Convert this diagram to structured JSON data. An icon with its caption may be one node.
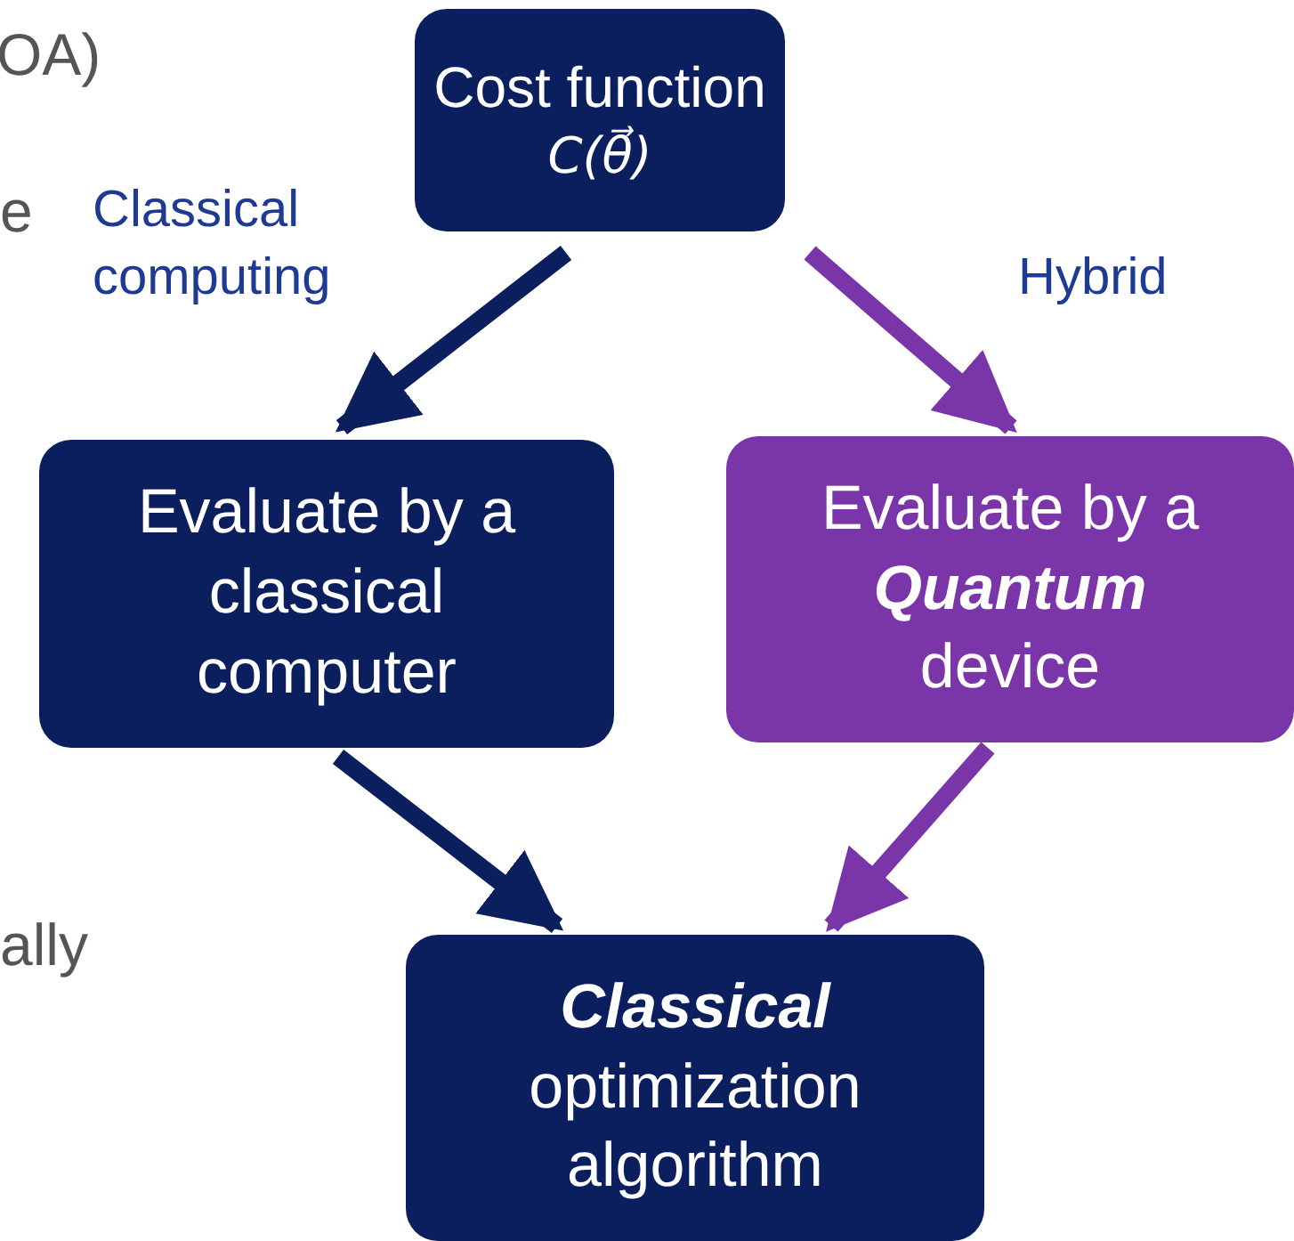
{
  "diagram": {
    "nodes": [
      {
        "text": [
          "Cost function",
          "C(θ⃗)"
        ]
      },
      {
        "text": [
          "Evaluate by a classical computer"
        ]
      },
      {
        "text": [
          "Evaluate by a **Quantum** device"
        ]
      },
      {
        "text": [
          "**Classical** optimization algorithm"
        ]
      }
    ],
    "edges": [
      {
        "from": 0,
        "to": 1,
        "arrow": "to",
        "label": "Classical computing"
      },
      {
        "from": 0,
        "to": 2,
        "arrow": "to",
        "label": "Hybrid",
        "color": "#7a35a8"
      },
      {
        "from": 1,
        "to": 3,
        "arrow": "to"
      },
      {
        "from": 2,
        "to": 3,
        "arrow": "to",
        "color": "#7a35a8"
      }
    ],
    "labels": [
      "OA)",
      "e",
      "ally"
    ]
  }
}
